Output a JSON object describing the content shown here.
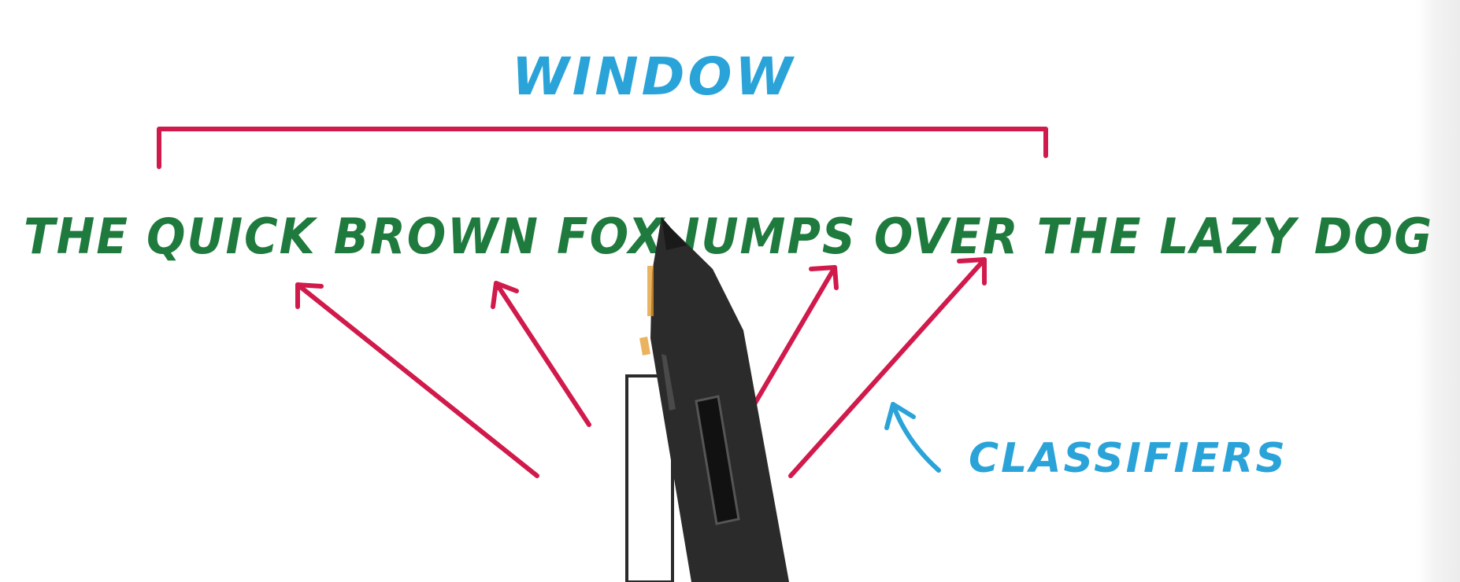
{
  "labels": {
    "window": "WINDOW",
    "sentence": "THE QUICK BROWN FOX JUMPS OVER THE LAZY DOG",
    "classifiers": "CLASSIFIERS"
  },
  "colors": {
    "bracket_and_arrows": "#d11a4c",
    "window_label": "#2aa3d8",
    "sentence": "#1f7a3e",
    "classifiers_label": "#2aa3d8",
    "pen_body": "#2b2b2b",
    "pen_accent": "#e39a2b"
  },
  "icons": {
    "pen": "stylus-pen-icon",
    "pointer_rectangle": "rectangle-outline-icon"
  }
}
